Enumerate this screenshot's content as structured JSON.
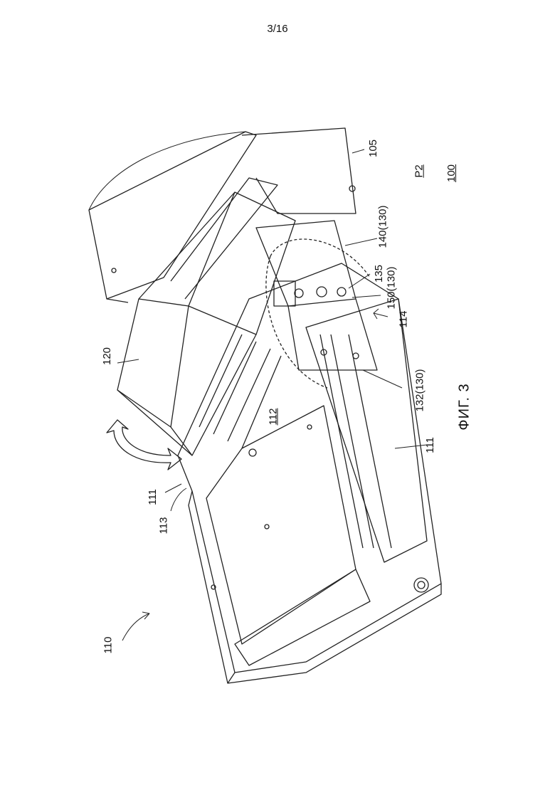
{
  "page": {
    "number": "3/16"
  },
  "figure": {
    "caption": "ФИГ. 3",
    "labels": {
      "l105": "105",
      "lP2": "P2",
      "l100": "100",
      "l140": "140(130)",
      "l135": "135",
      "l150": "150(130)",
      "l114": "114",
      "l132": "132(130)",
      "l120": "120",
      "l112": "112",
      "l111a": "111",
      "l111b": "111",
      "l113": "113",
      "l110": "110"
    }
  }
}
